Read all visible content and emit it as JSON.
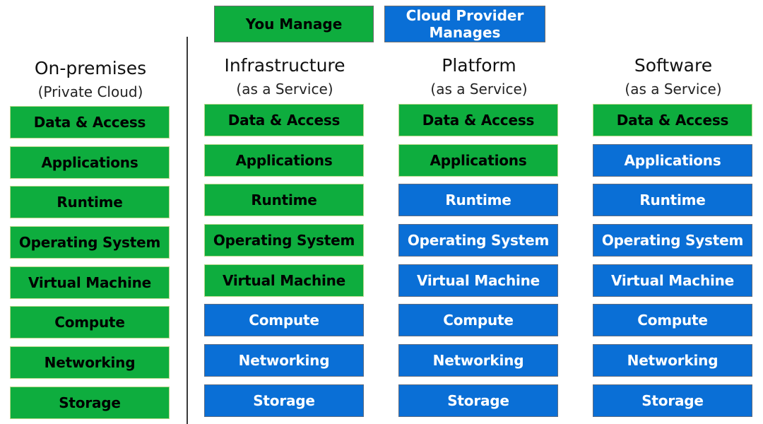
{
  "legend": {
    "you_manage": "You Manage",
    "provider_manages": "Cloud Provider Manages",
    "colors": {
      "you_manage": "#0ead3e",
      "provider_manages": "#0a6fd6"
    }
  },
  "columns": [
    {
      "title": "On-premises",
      "subtitle": "(Private Cloud)",
      "layers": [
        {
          "label": "Data & Access",
          "managed_by": "you"
        },
        {
          "label": "Applications",
          "managed_by": "you"
        },
        {
          "label": "Runtime",
          "managed_by": "you"
        },
        {
          "label": "Operating System",
          "managed_by": "you"
        },
        {
          "label": "Virtual Machine",
          "managed_by": "you"
        },
        {
          "label": "Compute",
          "managed_by": "you"
        },
        {
          "label": "Networking",
          "managed_by": "you"
        },
        {
          "label": "Storage",
          "managed_by": "you"
        }
      ]
    },
    {
      "title": "Infrastructure",
      "subtitle": "(as a Service)",
      "layers": [
        {
          "label": "Data & Access",
          "managed_by": "you"
        },
        {
          "label": "Applications",
          "managed_by": "you"
        },
        {
          "label": "Runtime",
          "managed_by": "you"
        },
        {
          "label": "Operating System",
          "managed_by": "you"
        },
        {
          "label": "Virtual Machine",
          "managed_by": "you"
        },
        {
          "label": "Compute",
          "managed_by": "provider"
        },
        {
          "label": "Networking",
          "managed_by": "provider"
        },
        {
          "label": "Storage",
          "managed_by": "provider"
        }
      ]
    },
    {
      "title": "Platform",
      "subtitle": "(as a Service)",
      "layers": [
        {
          "label": "Data & Access",
          "managed_by": "you"
        },
        {
          "label": "Applications",
          "managed_by": "you"
        },
        {
          "label": "Runtime",
          "managed_by": "provider"
        },
        {
          "label": "Operating System",
          "managed_by": "provider"
        },
        {
          "label": "Virtual Machine",
          "managed_by": "provider"
        },
        {
          "label": "Compute",
          "managed_by": "provider"
        },
        {
          "label": "Networking",
          "managed_by": "provider"
        },
        {
          "label": "Storage",
          "managed_by": "provider"
        }
      ]
    },
    {
      "title": "Software",
      "subtitle": "(as a Service)",
      "layers": [
        {
          "label": "Data & Access",
          "managed_by": "you"
        },
        {
          "label": "Applications",
          "managed_by": "provider"
        },
        {
          "label": "Runtime",
          "managed_by": "provider"
        },
        {
          "label": "Operating System",
          "managed_by": "provider"
        },
        {
          "label": "Virtual Machine",
          "managed_by": "provider"
        },
        {
          "label": "Compute",
          "managed_by": "provider"
        },
        {
          "label": "Networking",
          "managed_by": "provider"
        },
        {
          "label": "Storage",
          "managed_by": "provider"
        }
      ]
    }
  ]
}
